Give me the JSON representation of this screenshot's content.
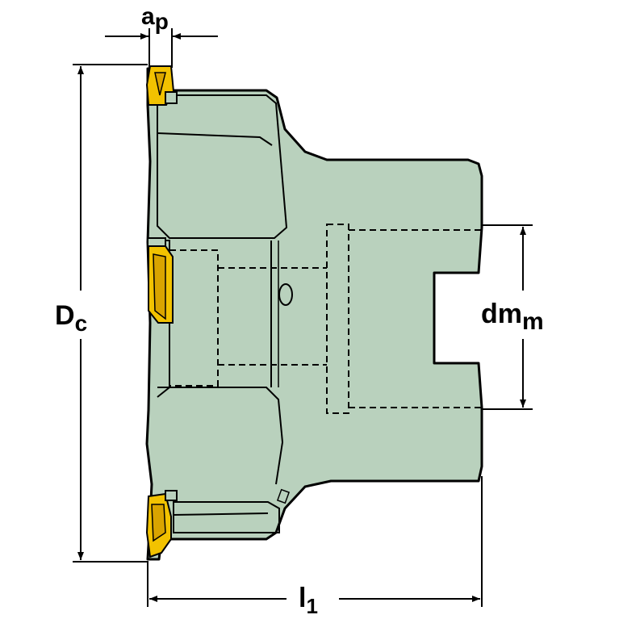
{
  "labels": {
    "ap_main": "a",
    "ap_sub": "p",
    "dc_main": "D",
    "dc_sub": "c",
    "dmm_main": "dm",
    "dmm_sub": "m",
    "l1_main": "l",
    "l1_sub": "1"
  },
  "colors": {
    "body": "#b9d1bd",
    "outline": "#000000",
    "insert": "#f2c200",
    "insert_dark": "#d9a400",
    "dimension": "#000000",
    "background": "#ffffff"
  }
}
